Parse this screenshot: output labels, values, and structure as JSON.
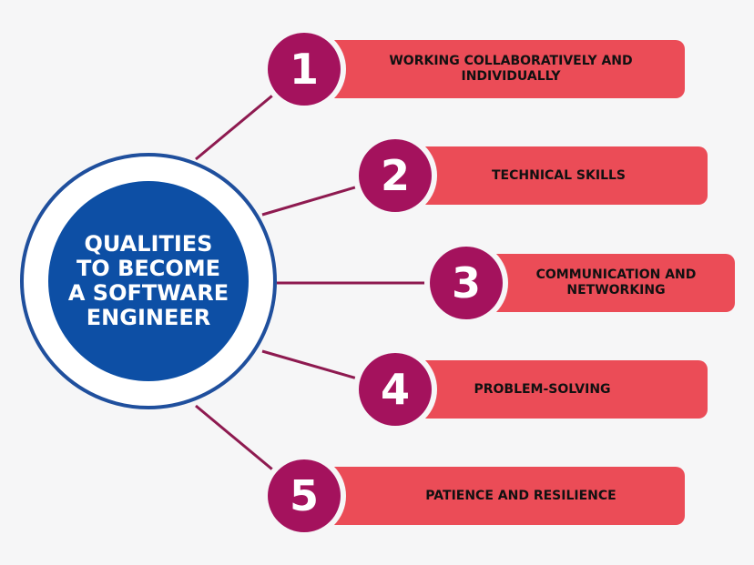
{
  "hub": {
    "title": "QUALITIES TO BECOME A SOFTWARE ENGINEER"
  },
  "items": [
    {
      "number": "1",
      "label": "WORKING COLLABORATIVELY AND INDIVIDUALLY"
    },
    {
      "number": "2",
      "label": "TECHNICAL SKILLS"
    },
    {
      "number": "3",
      "label": "COMMUNICATION AND NETWORKING"
    },
    {
      "number": "4",
      "label": "PROBLEM-SOLVING"
    },
    {
      "number": "5",
      "label": "PATIENCE AND RESILIENCE"
    }
  ],
  "colors": {
    "background": "#f6f6f7",
    "hub_fill": "#0d4fa5",
    "hub_ring": "#1f4f9d",
    "badge": "#a4125d",
    "bar": "#eb4c57",
    "connector": "#8e1a50"
  }
}
